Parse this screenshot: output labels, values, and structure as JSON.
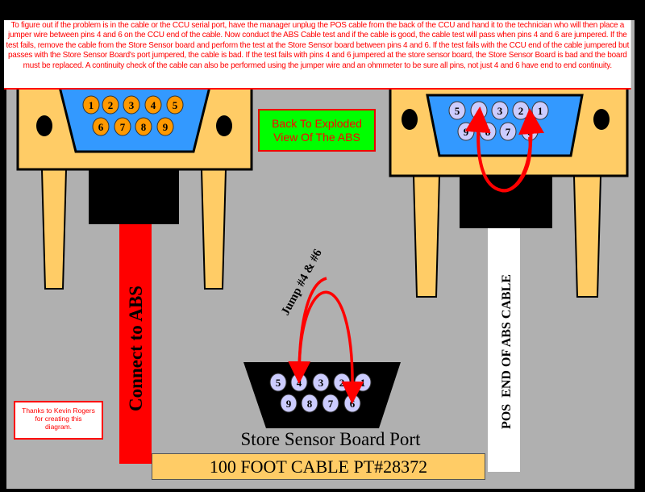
{
  "instructions": "To figure out if the problem is in the cable or the CCU serial port, have the manager unplug the POS cable from the back of the CCU and hand it to the technician who will then place a jumper wire between pins 4 and 6 on the CCU end of the cable. Now conduct the ABS Cable test and if the cable is good, the cable test will pass when pins 4 and 6 are jumpered. If the test fails, remove the cable from the Store Sensor board and perform the test at the Store Sensor board between pins 4 and 6. If the test fails with the CCU end of the cable jumpered but passes with the Store Sensor Board's port jumpered, the cable is bad.  If the test fails with pins 4 and 6 jumpered at the store sensor board, the Store Sensor Board is bad and the board must be replaced. A continuity check of the cable can also be performed using the jumper wire and an ohmmeter to be sure all pins, not just 4 and 6 have end to end continuity.",
  "back_button": {
    "line1": "Back To Exploded",
    "line2": "View Of The ABS"
  },
  "left_connector": {
    "pins_row1": [
      "1",
      "2",
      "3",
      "4",
      "5"
    ],
    "pins_row2": [
      "6",
      "7",
      "8",
      "9"
    ]
  },
  "right_connector": {
    "pins_row1": [
      "5",
      "4",
      "3",
      "2",
      "1"
    ],
    "pins_row2": [
      "9",
      "8",
      "7",
      "6"
    ]
  },
  "board_port": {
    "pins_row1": [
      "5",
      "4",
      "3",
      "2",
      "1"
    ],
    "pins_row2": [
      "9",
      "8",
      "7",
      "6"
    ],
    "label": "Store Sensor Board Port"
  },
  "red_cable_label": "Connect to ABS",
  "white_cable_label": "POS  END OF ABS CABLE",
  "jumper_label": "Jump #4 & #6",
  "cable_box_label": "100 FOOT CABLE PT#28372",
  "credits": {
    "line1": "Thanks to Kevin Rogers",
    "line2": "for creating this",
    "line3": "diagram."
  },
  "colors": {
    "background": "#b0b0b0",
    "shell": "#ffcc66",
    "port": "#3399ff",
    "pin_orange": "#ff9900",
    "pin_lavender": "#ccccff",
    "arrow": "#ff0000",
    "button": "#00ff00"
  }
}
